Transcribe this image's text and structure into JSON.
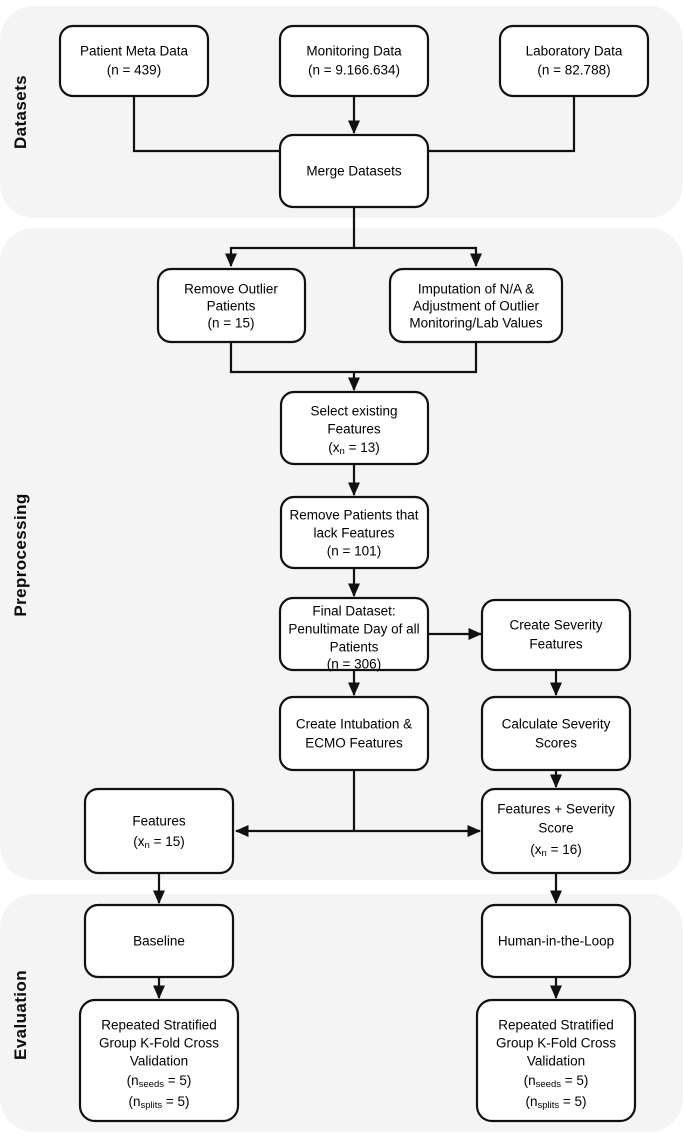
{
  "figure": {
    "type": "flowchart",
    "background": "#ffffff",
    "band_color": "#f4f4f4",
    "node_fill": "#ffffff",
    "stroke_color": "#111111"
  },
  "sections": [
    {
      "id": "datasets",
      "label": "Datasets"
    },
    {
      "id": "preprocessing",
      "label": "Preprocessing"
    },
    {
      "id": "evaluation",
      "label": "Evaluation"
    }
  ],
  "nodes": {
    "patient_meta": {
      "line1": "Patient Meta Data",
      "line2": "(n = 439)"
    },
    "monitoring": {
      "line1": "Monitoring Data",
      "line2": "(n = 9.166.634)"
    },
    "laboratory": {
      "line1": "Laboratory Data",
      "line2": "(n = 82.788)"
    },
    "merge": {
      "line1": "Merge Datasets"
    },
    "remove_outlier": {
      "line1": "Remove Outlier",
      "line2": "Patients",
      "line3": "(n = 15)"
    },
    "imputation": {
      "line1": "Imputation of N/A &",
      "line2": "Adjustment of Outlier",
      "line3": "Monitoring/Lab Values"
    },
    "select_features": {
      "line1": "Select existing",
      "line2": "Features",
      "line3_pre": "(x",
      "line3_sub": "n",
      "line3_post": " = 13)"
    },
    "remove_lacking": {
      "line1": "Remove Patients that",
      "line2": "lack Features",
      "line3": "(n = 101)"
    },
    "final_dataset": {
      "line1": "Final Dataset:",
      "line2": "Penultimate Day of all",
      "line3": "Patients",
      "line4": "(n = 306)"
    },
    "create_severity": {
      "line1": "Create Severity",
      "line2": "Features"
    },
    "create_intubation": {
      "line1": "Create Intubation &",
      "line2": "ECMO Features"
    },
    "calculate_severity": {
      "line1": "Calculate Severity",
      "line2": "Scores"
    },
    "features": {
      "line1": "Features",
      "line2_pre": "(x",
      "line2_sub": "n",
      "line2_post": " = 15)"
    },
    "features_severity": {
      "line1": "Features + Severity",
      "line2": "Score",
      "line3_pre": "(x",
      "line3_sub": "n",
      "line3_post": " = 16)"
    },
    "baseline": {
      "line1": "Baseline"
    },
    "hitl": {
      "line1": "Human-in-the-Loop"
    },
    "cv_left": {
      "line1": "Repeated Stratified",
      "line2": "Group K-Fold Cross",
      "line3": "Validation",
      "line4_pre": "(n",
      "line4_sub": "seeds",
      "line4_post": " = 5)",
      "line5_pre": "(n",
      "line5_sub": "splits",
      "line5_post": " = 5)"
    },
    "cv_right": {
      "line1": "Repeated Stratified",
      "line2": "Group K-Fold Cross",
      "line3": "Validation",
      "line4_pre": "(n",
      "line4_sub": "seeds",
      "line4_post": " = 5)",
      "line5_pre": "(n",
      "line5_sub": "splits",
      "line5_post": " = 5)"
    }
  }
}
